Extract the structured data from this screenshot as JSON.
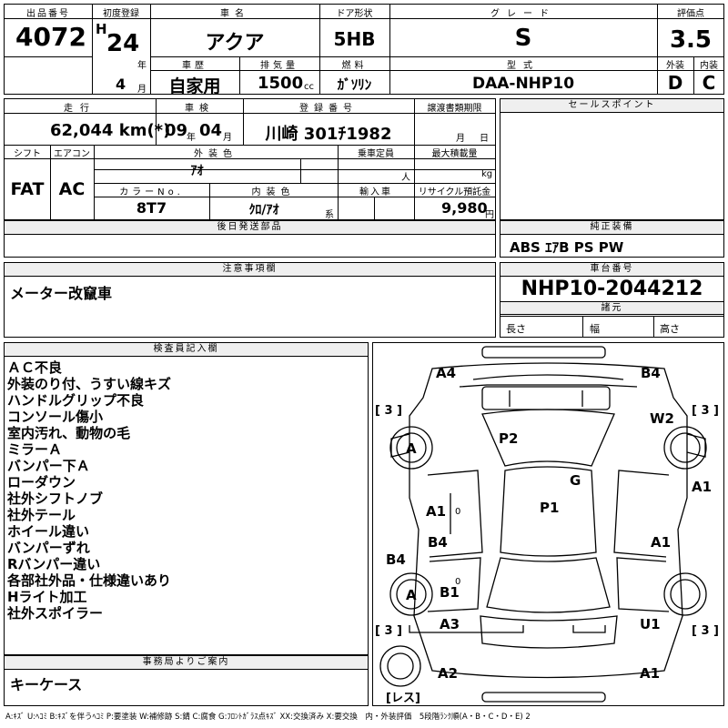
{
  "header": {
    "lot_no_label": "出品番号",
    "lot_no": "4072",
    "first_reg_label": "初度登録",
    "era_letter": "H",
    "year": "24",
    "year_unit": "年",
    "month": "4",
    "month_unit": "月",
    "car_name_label": "車名",
    "car_name": "アクア",
    "door_label": "ドア形状",
    "door": "5HB",
    "grade_label": "グレード",
    "grade": "S",
    "rating_label": "評価点",
    "rating": "3.5",
    "history_label": "車歴",
    "history": "自家用",
    "displacement_label": "排気量",
    "displacement": "1500",
    "displacement_unit": "cc",
    "fuel_label": "燃料",
    "fuel": "ｶﾞｿﾘﾝ",
    "model_label": "型式",
    "model": "DAA-NHP10",
    "exterior_label": "外装",
    "exterior": "D",
    "interior_label": "内装",
    "interior": "C"
  },
  "row2": {
    "mileage_label": "走行",
    "mileage": "62,044 km(*)",
    "inspection_label": "車検",
    "insp_year": "09",
    "insp_year_unit": "年",
    "insp_month": "04",
    "insp_month_unit": "月",
    "plate_label": "登録番号",
    "plate": "川崎 301ﾁ1982",
    "transfer_label": "譲渡書類期限",
    "transfer_month_unit": "月",
    "transfer_day_unit": "日",
    "sales_label": "セールスポイント",
    "shift_label": "シフト",
    "shift": "FAT",
    "ac_label": "エアコン",
    "ac": "AC",
    "ext_color_label": "外装色",
    "ext_color": "ｱｵ",
    "capacity_label": "乗車定員",
    "capacity_unit": "人",
    "max_load_label": "最大積載量",
    "max_load_unit": "kg",
    "color_no_label": "カラーNo.",
    "color_no": "8T7",
    "int_color_label": "内装色",
    "int_color": "ｸﾛ/ｱｵ",
    "int_color_suffix": "系",
    "import_label": "輸入車",
    "recycle_label": "リサイクル預託金",
    "recycle": "9,980",
    "recycle_unit": "円"
  },
  "later_parts_label": "後日発送部品",
  "genuine": {
    "label": "純正装備",
    "value": "ABS ｴｱB PS PW"
  },
  "notes": {
    "label": "注意事項欄",
    "text": "メーター改竄車"
  },
  "chassis": {
    "label": "車台番号",
    "value": "NHP10-2044212"
  },
  "specs": {
    "label": "諸元",
    "length": "長さ",
    "width": "幅",
    "height": "高さ"
  },
  "inspector": {
    "label": "検査員記入欄",
    "lines": [
      "ＡＣ不良",
      "外装のり付、うすい線キズ",
      "ハンドルグリップ不良",
      "コンソール傷小",
      "室内汚れ、動物の毛",
      "ミラーＡ",
      "バンパー下Ａ",
      "ローダウン",
      "社外シフトノブ",
      "社外テール",
      "ホイール違い",
      "バンパーずれ",
      "Rバンパー違い",
      "各部社外品・仕様違いあり",
      "Hライト加工",
      "社外スポイラー"
    ]
  },
  "office": {
    "label": "事務局よりご案内",
    "text": "キーケース"
  },
  "diagram": {
    "marks": {
      "a4": "A4",
      "b4_top": "B4",
      "w2": "W2",
      "p2": "P2",
      "g": "G",
      "p1": "P1",
      "a1_right": "A1",
      "a1_left": "A1",
      "b4_mid": "B4",
      "a1_mid": "A1",
      "b4_left": "B4",
      "b1": "B1",
      "a3": "A3",
      "u1": "U1",
      "a2": "A2",
      "a1_bottom": "A1",
      "wheel_a_top": "A",
      "wheel_a_bottom": "A",
      "zero1": "0",
      "zero2": "0"
    },
    "tread": "[ 3 ]",
    "spare": "[レス]"
  },
  "legend": "A:ｷｽﾞ U:ﾍｺﾐ B:ｷｽﾞを伴うﾍｺﾐ P:要塗装 W:補修跡 S:錆 C:腐食 G:ﾌﾛﾝﾄｶﾞﾗｽ点ｷｽﾞ XX:交換済み X:要交換　内・外装評価　5段階ﾗﾝｸ順(A・B・C・D・E) 2"
}
